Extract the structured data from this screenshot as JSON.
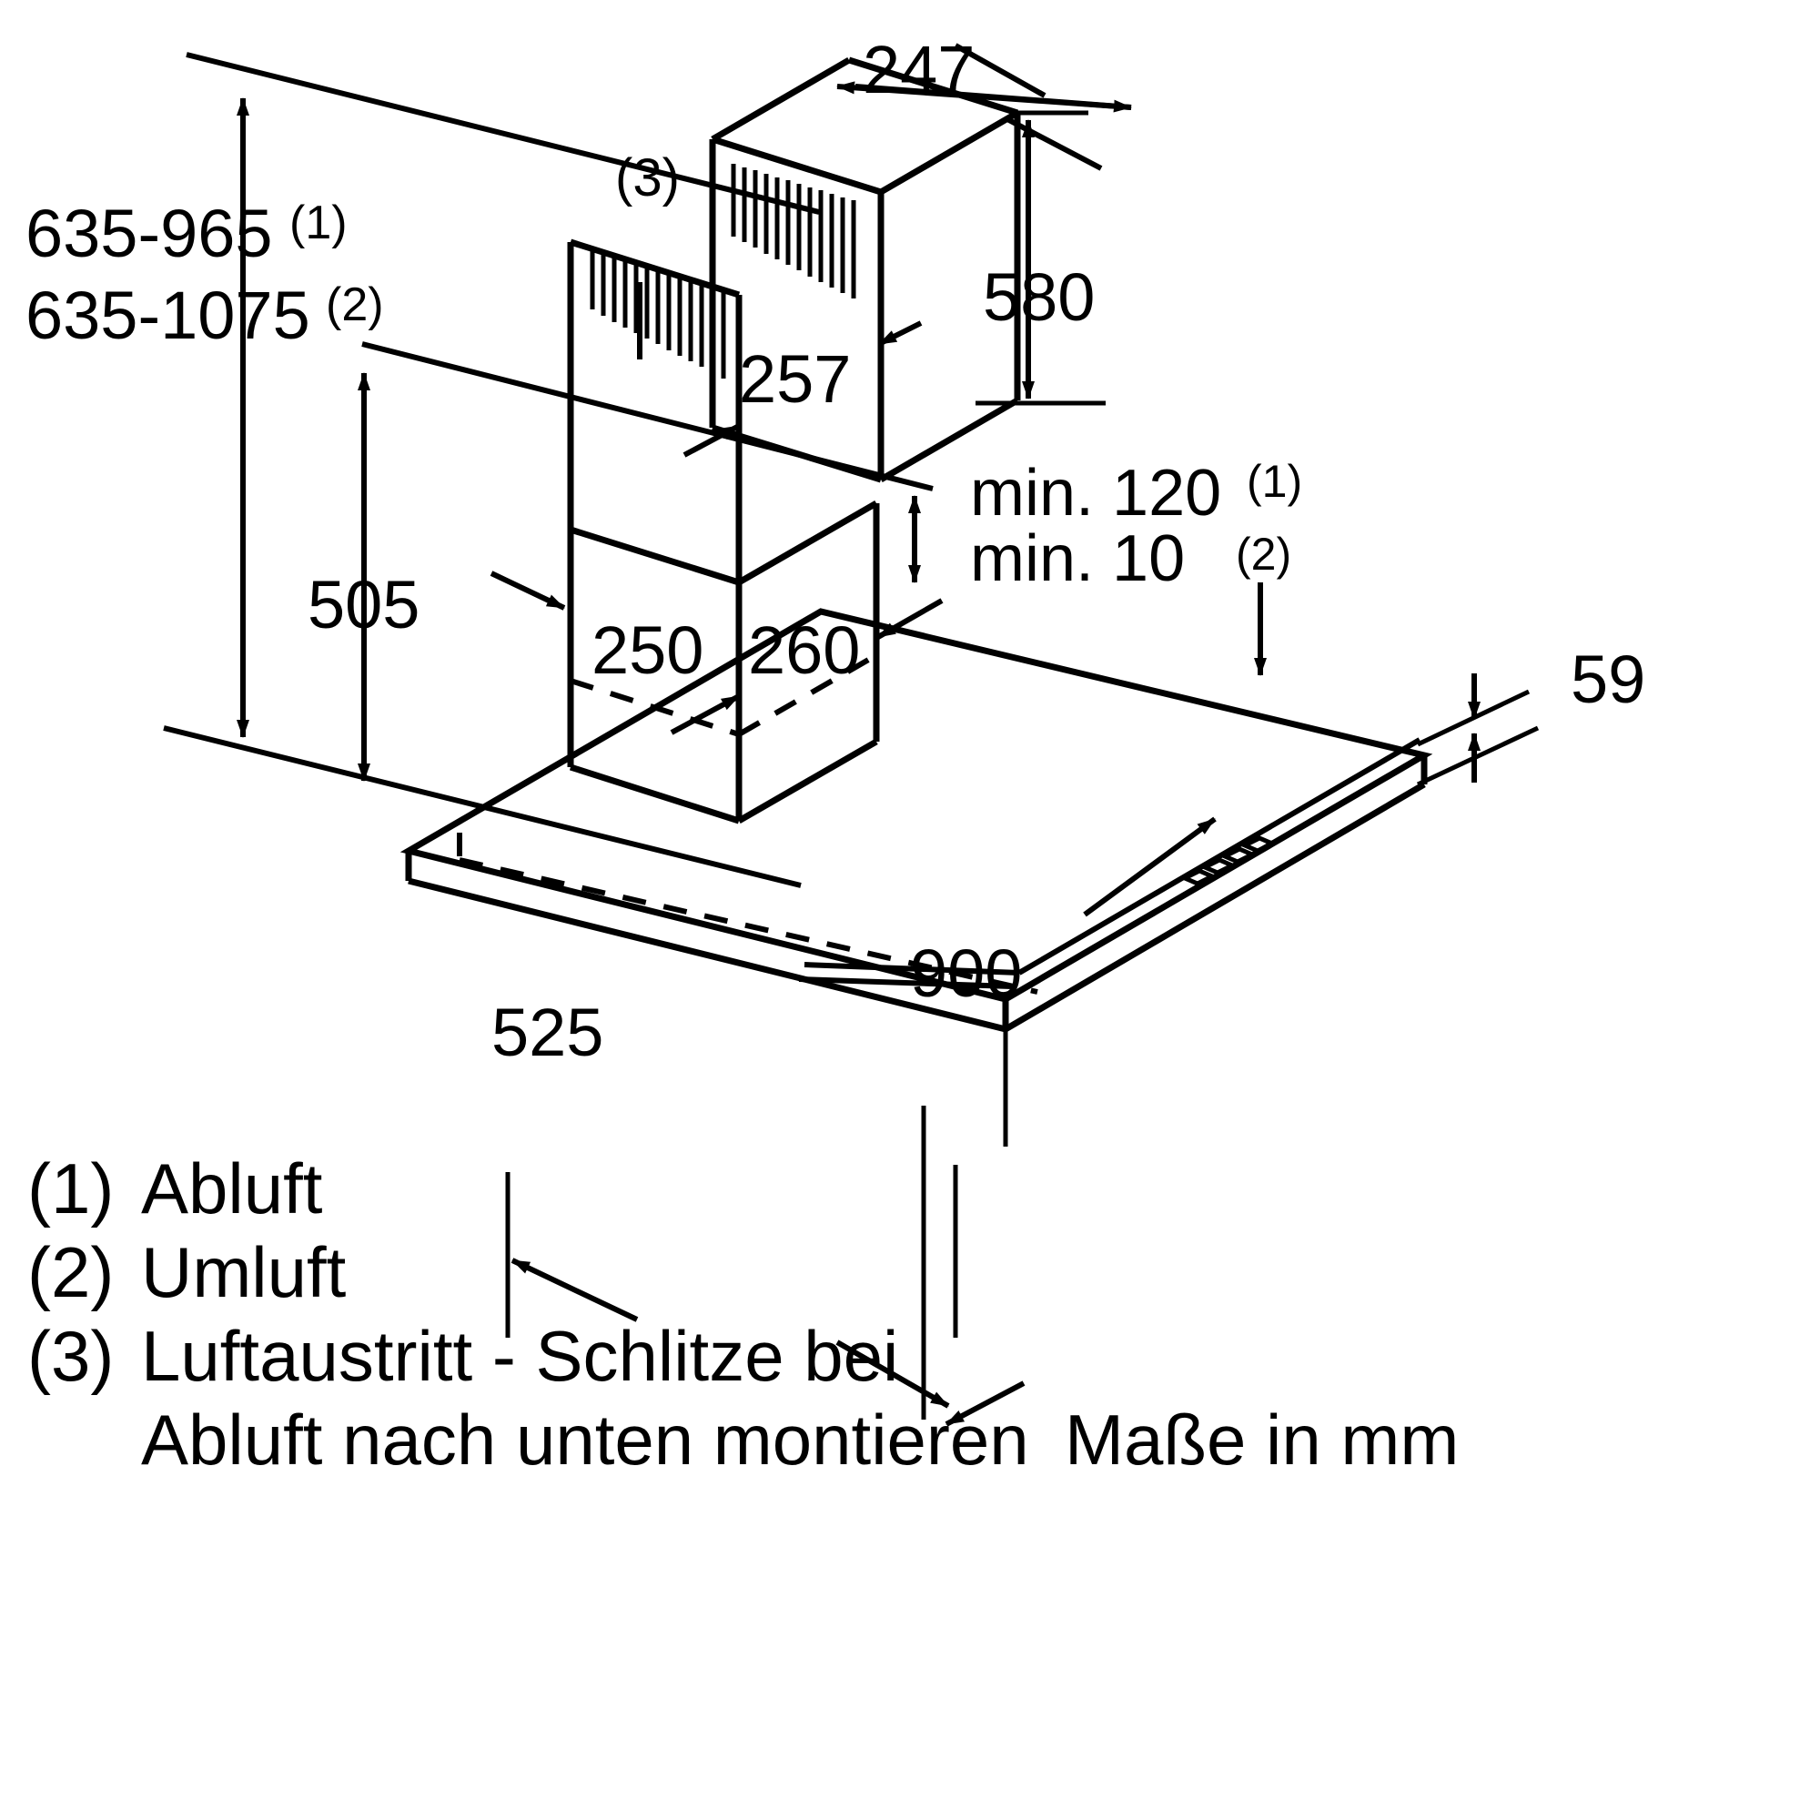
{
  "drawing": {
    "title": "Chimney cooker hood dimension drawing",
    "units_note": "Maße in mm",
    "line_color": "#000000",
    "background_color": "#ffffff"
  },
  "dimensions": {
    "height_range_exhaust": "635-965",
    "height_range_exhaust_ref": "(1)",
    "height_range_recirc": "635-1075",
    "height_range_recirc_ref": "(2)",
    "chimney_top_depth": "247",
    "chimney_total_height": "580",
    "chimney_upper_width": "257",
    "canopy_to_chimney_height": "505",
    "chimney_lower_width": "250",
    "chimney_lower_depth": "260",
    "min_distance_exhaust": "min. 120",
    "min_distance_exhaust_ref": "(1)",
    "min_distance_recirc": "min. 10",
    "min_distance_recirc_ref": "(2)",
    "canopy_thickness": "59",
    "canopy_width": "900",
    "canopy_depth": "525",
    "air_outlet_ref": "(3)"
  },
  "legend": {
    "items": [
      {
        "marker": "(1)",
        "text": "Abluft"
      },
      {
        "marker": "(2)",
        "text": "Umluft"
      },
      {
        "marker": "(3)",
        "text": "Luftaustritt - Schlitze bei"
      }
    ],
    "item3_continuation": "Abluft nach unten montieren",
    "units": "Maße in mm"
  }
}
